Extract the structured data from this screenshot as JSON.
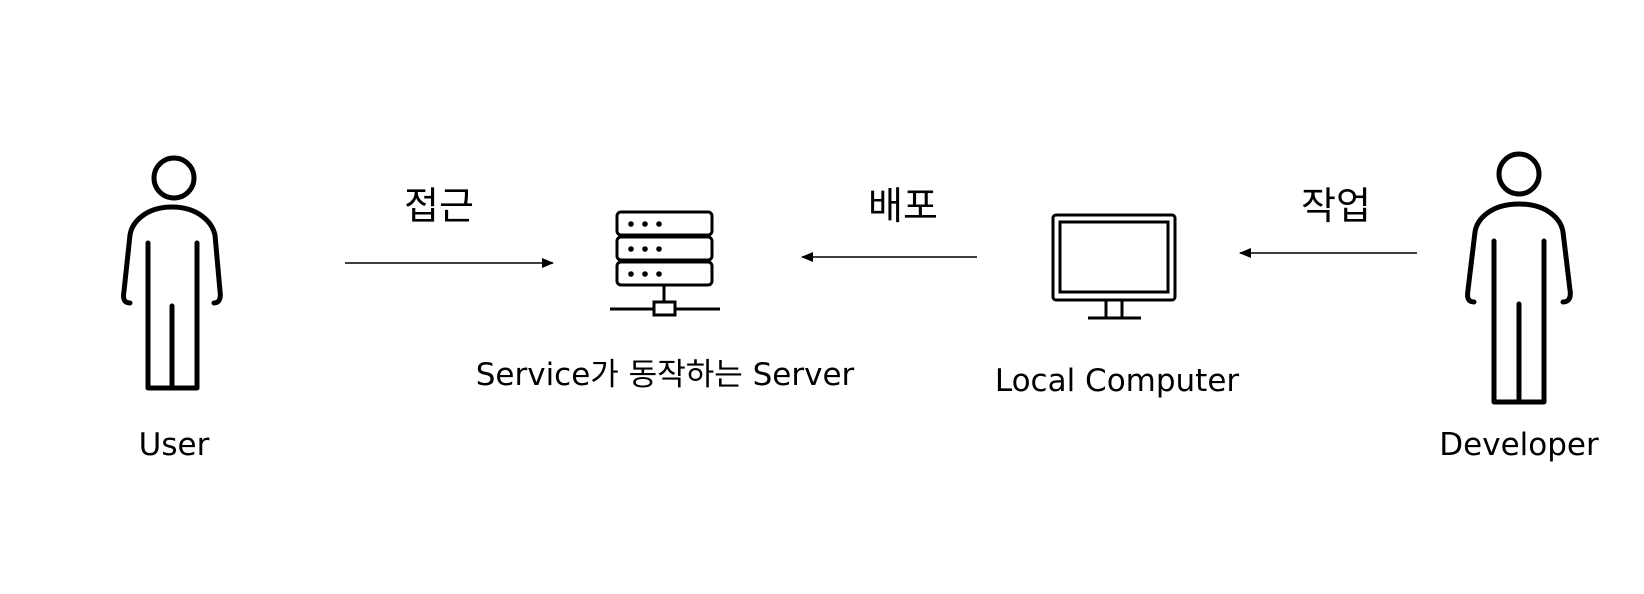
{
  "diagram": {
    "nodes": {
      "user": {
        "label": "User",
        "icon": "person-icon"
      },
      "server": {
        "label": "Service가 동작하는 Server",
        "icon": "server-icon"
      },
      "local_computer": {
        "label": "Local Computer",
        "icon": "monitor-icon"
      },
      "developer": {
        "label": "Developer",
        "icon": "person-icon"
      }
    },
    "edges": [
      {
        "from": "User",
        "to": "Service가 동작하는 Server",
        "label": "접근"
      },
      {
        "from": "Local Computer",
        "to": "Service가 동작하는 Server",
        "label": "배포"
      },
      {
        "from": "Developer",
        "to": "Local Computer",
        "label": "작업"
      }
    ],
    "colors": {
      "stroke": "#000000",
      "background": "#ffffff"
    }
  }
}
